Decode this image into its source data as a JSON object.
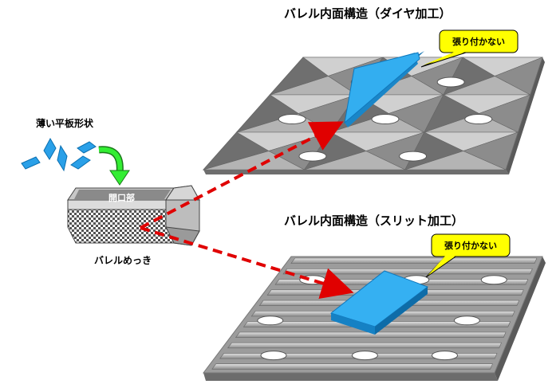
{
  "diamond_section": {
    "title": "バレル内面構造（ダイヤ加工）",
    "callout": "張り付かない"
  },
  "slit_section": {
    "title": "バレル内面構造（スリット加工）",
    "callout": "張り付かない"
  },
  "thin_plates_label": "薄い平板形状",
  "barrel": {
    "opening_label": "開口部",
    "caption": "バレルめっき"
  },
  "colors": {
    "part_blue": "#1e9be0",
    "callout_yellow": "#ffff00",
    "arrow_red": "#e00000",
    "arrow_green": "#22dd22",
    "metal_gray": "#9a9a9a"
  }
}
